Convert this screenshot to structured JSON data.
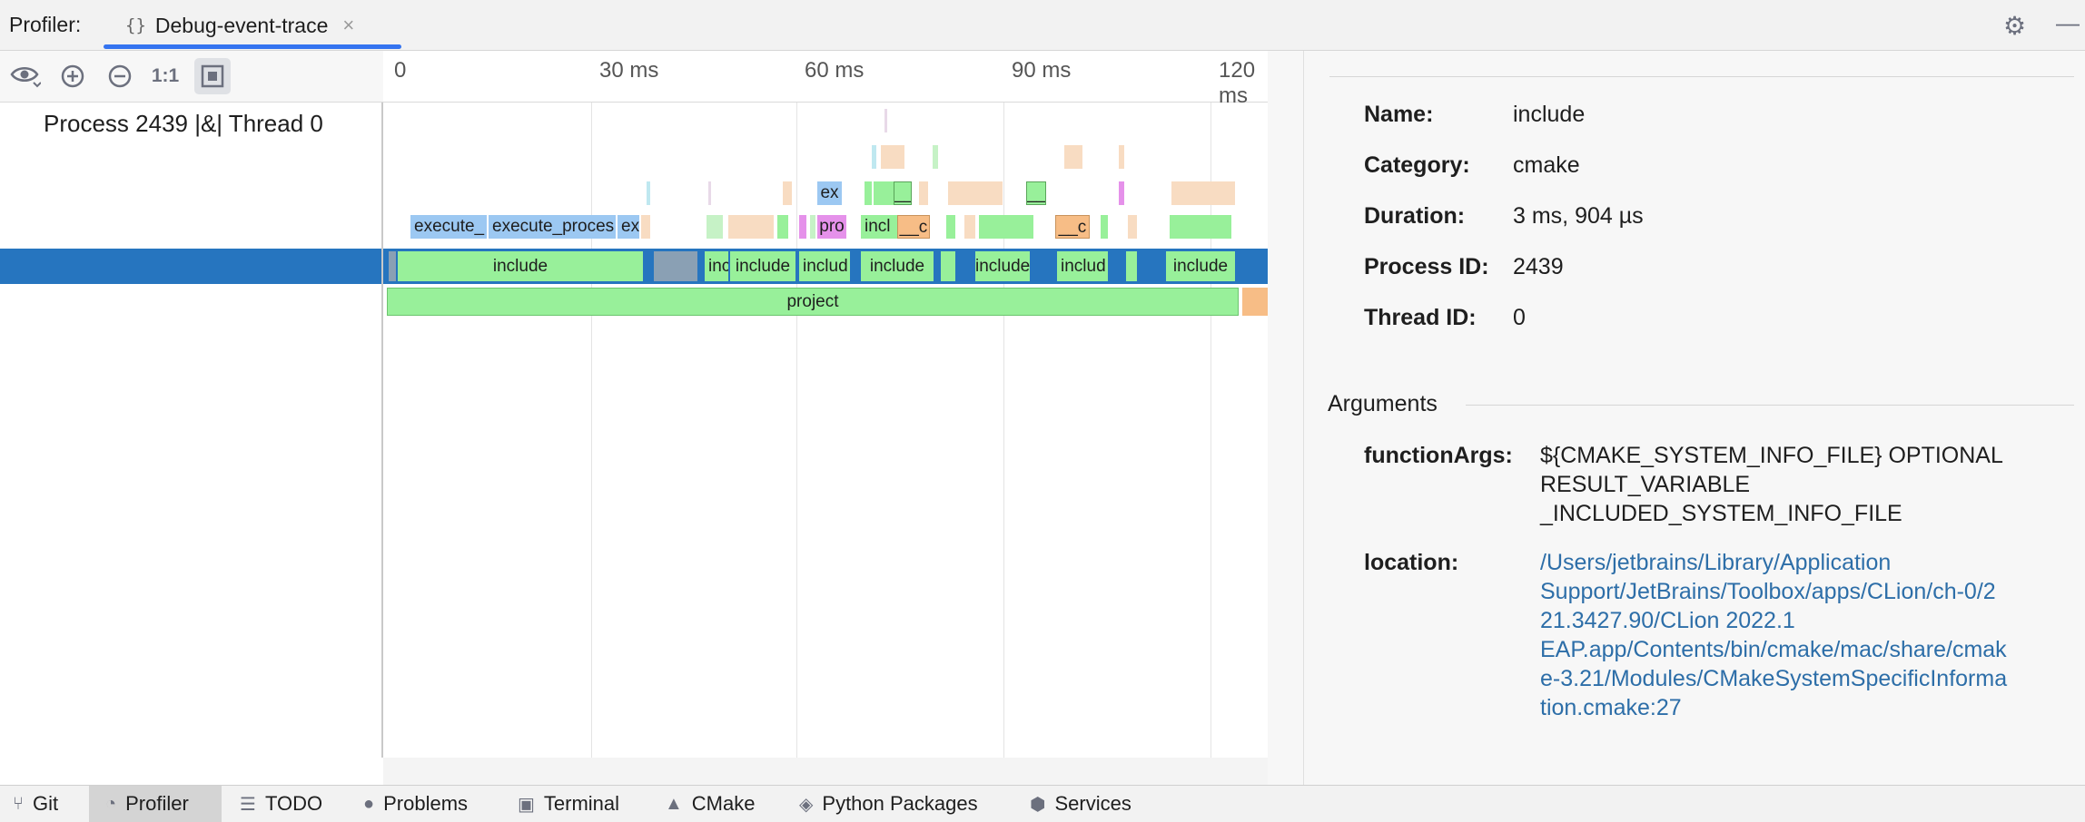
{
  "header": {
    "profiler_label": "Profiler:",
    "tab_title": "Debug-event-trace",
    "tab_icon": "braces-icon",
    "close_glyph": "×",
    "accent_color": "#3574f0"
  },
  "toolbar": {
    "one_to_one": "1:1"
  },
  "threads": {
    "label": "Process 2439 |&| Thread 0"
  },
  "timeline": {
    "ticks": [
      "0",
      "30 ms",
      "60 ms",
      "90 ms",
      "120 ms"
    ],
    "labels": {
      "exec1": "execute_",
      "exec2": "execute_proces",
      "exec3": "ex",
      "ex_top": "ex",
      "pro": "pro",
      "incl_small": "incl",
      "c1": "__c",
      "c2": "__c",
      "dash1": "__",
      "dash2": "__",
      "inc1": "include",
      "inc2": "inc",
      "inc3": "include",
      "inc4": "includ",
      "inc5": "include",
      "inc6": "include",
      "inc7": "includ",
      "inc8": "include",
      "project": "project"
    },
    "selection_color": "#2675bf",
    "include_color": "#98f09a",
    "execute_color": "#9cc8f2",
    "c_color": "#f7bd86",
    "pro_color": "#e591ea"
  },
  "details": {
    "name_label": "Name:",
    "name_value": "include",
    "category_label": "Category:",
    "category_value": "cmake",
    "duration_label": "Duration:",
    "duration_value": "3 ms, 904 µs",
    "pid_label": "Process ID:",
    "pid_value": "2439",
    "tid_label": "Thread ID:",
    "tid_value": "0",
    "arguments_header": "Arguments",
    "function_args_label": "functionArgs:",
    "function_args_lines": [
      "${CMAKE_SYSTEM_INFO_FILE} OPTIONAL",
      "RESULT_VARIABLE",
      "_INCLUDED_SYSTEM_INFO_FILE"
    ],
    "location_label": "location:",
    "location_lines": [
      "/Users/jetbrains/Library/Application",
      "Support/JetBrains/Toolbox/apps/CLion/ch-0/2",
      "21.3427.90/CLion 2022.1",
      "EAP.app/Contents/bin/cmake/mac/share/cmak",
      "e-3.21/Modules/CMakeSystemSpecificInforma",
      "tion.cmake:27"
    ],
    "link_color": "#2d6ea8"
  },
  "statusbar": {
    "git": "Git",
    "profiler": "Profiler",
    "todo": "TODO",
    "problems": "Problems",
    "terminal": "Terminal",
    "cmake": "CMake",
    "python_packages": "Python Packages",
    "services": "Services"
  }
}
